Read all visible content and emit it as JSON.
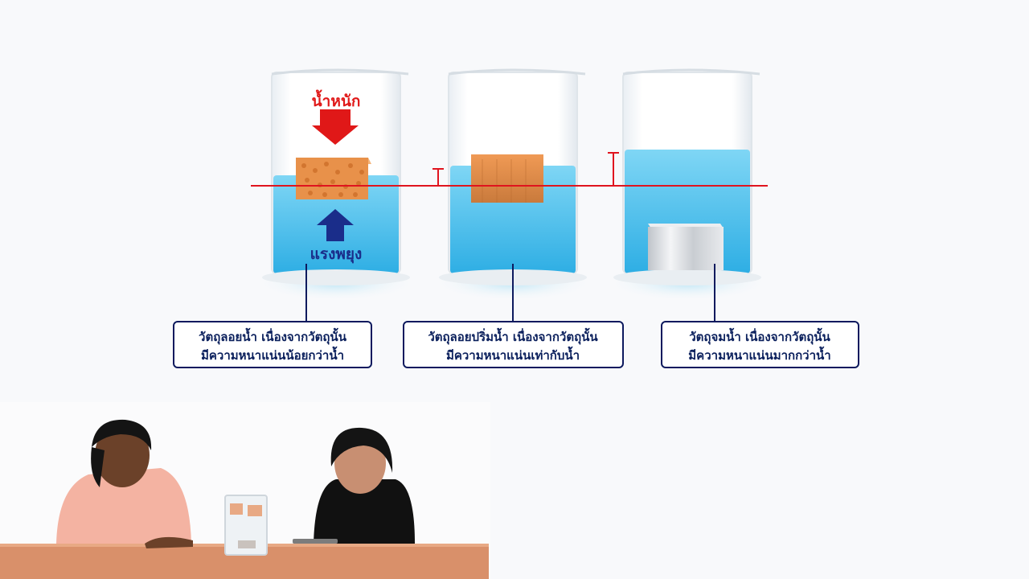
{
  "diagram": {
    "weight_label": "น้ำหนัก",
    "buoyancy_label": "แรงพยุง",
    "colors": {
      "water": "#4fc3ec",
      "wood": "#e8914a",
      "metal": "#cfd3d8",
      "red_line": "#e0141e",
      "weight_arrow": "#e01818",
      "buoyancy_arrow": "#1a2d8a",
      "box_border": "#0d1a5e"
    },
    "captions": [
      {
        "line1": "วัตถุลอยน้ำ เนื่องจากวัตถุนั้น",
        "line2": "มีความหนาแน่นน้อยกว่าน้ำ"
      },
      {
        "line1": "วัตถุลอยปริ่มน้ำ เนื่องจากวัตถุนั้น",
        "line2": "มีความหนาแน่นเท่ากับน้ำ"
      },
      {
        "line1": "วัตถุจมน้ำ เนื่องจากวัตถุนั้น",
        "line2": "มีความหนาแน่นมากกว่าน้ำ"
      }
    ]
  },
  "video": {
    "description_icons": [
      "presenter-left",
      "presenter-right",
      "demo-beaker",
      "table"
    ]
  }
}
